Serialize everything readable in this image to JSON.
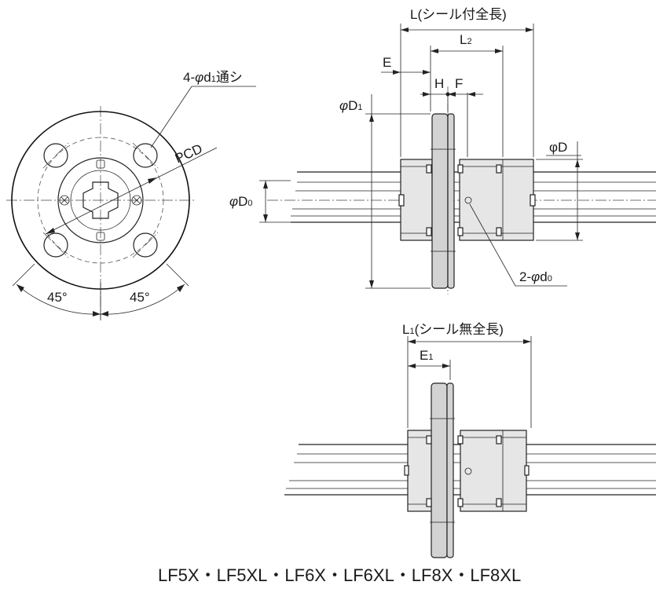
{
  "labels": {
    "holes": "4-",
    "holes_phi": "φ",
    "holes_d": "d",
    "holes_sub": "1",
    "holes_suffix": "通シ",
    "pcd": "PCD",
    "angle_left": "45°",
    "angle_right": "45°",
    "L_label": "L",
    "L_note": "(シール付全長)",
    "L2_main": "L",
    "L2_sub": "2",
    "E": "E",
    "H": "H",
    "F": "F",
    "phiD1_phi": "φ",
    "phiD1_D": "D",
    "phiD1_sub": "1",
    "phiD": "φD",
    "phiD0_phi": "φ",
    "phiD0_D": "D",
    "phiD0_sub": "0",
    "d0_prefix": "2-",
    "d0_phi": "φ",
    "d0_d": "d",
    "d0_sub": "0",
    "L1_main": "L",
    "L1_sub": "1",
    "L1_note": "(シール無全長)",
    "E1_main": "E",
    "E1_sub": "1"
  },
  "caption": "LF5X・LF5XL・LF6X・LF6XL・LF8X・LF8XL"
}
